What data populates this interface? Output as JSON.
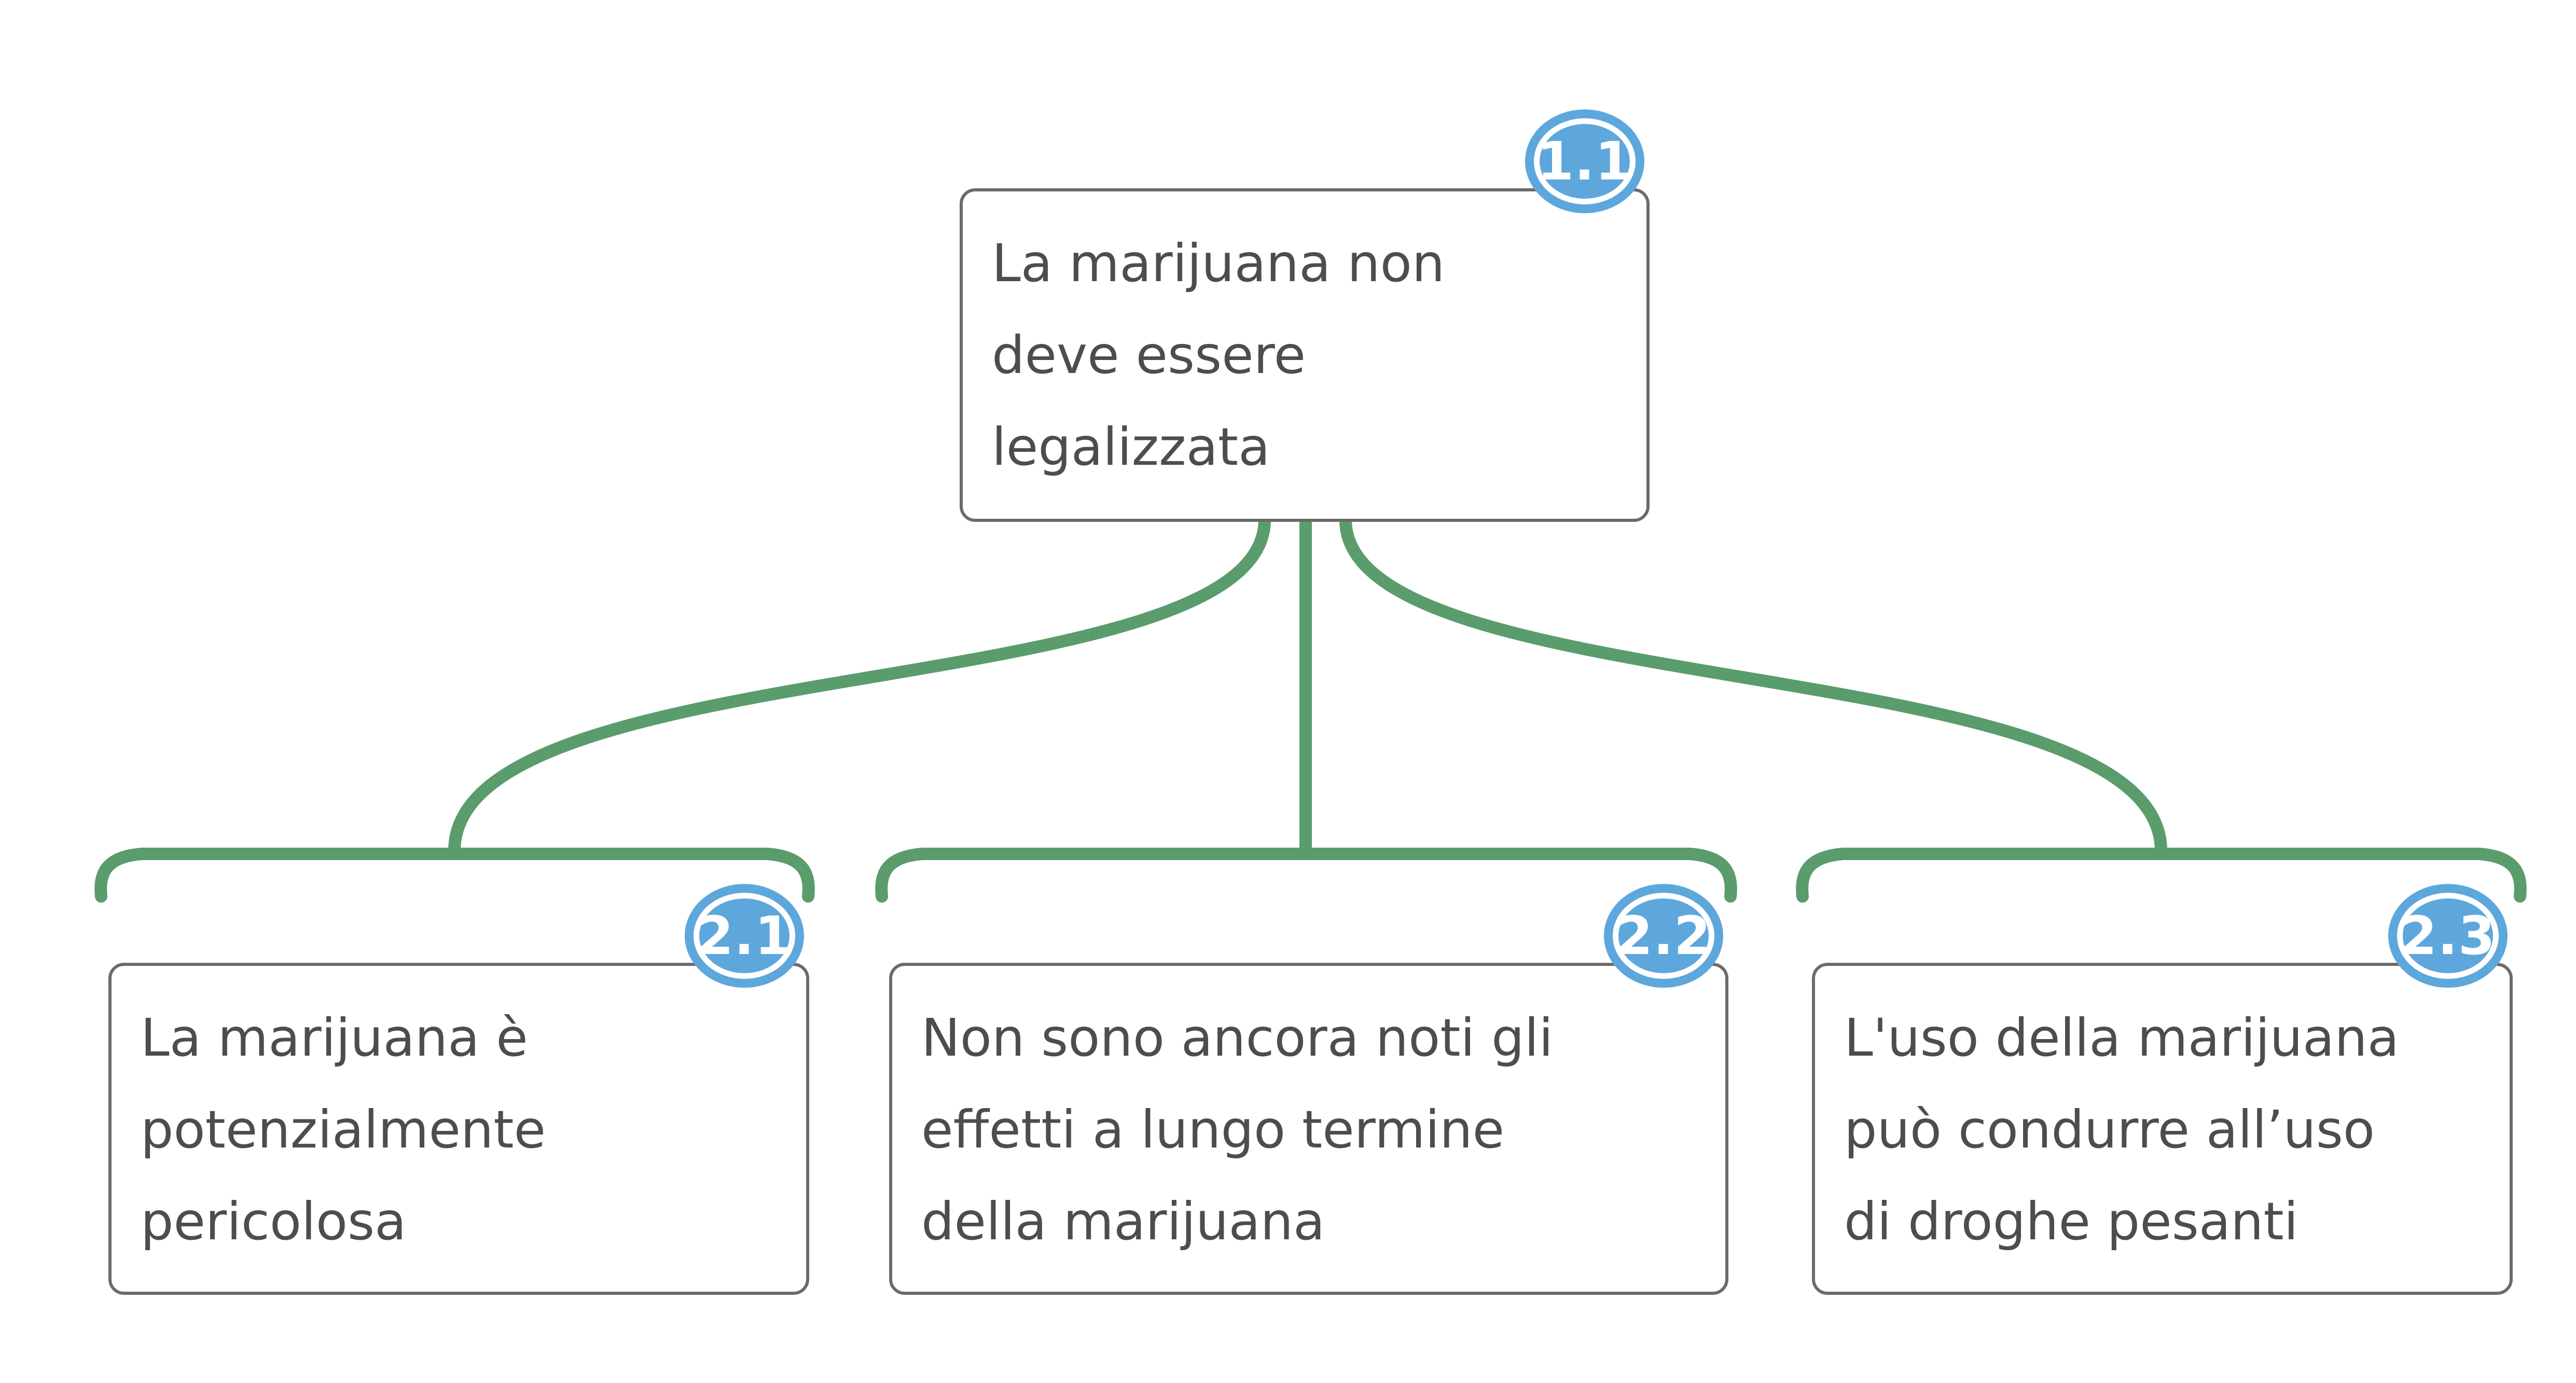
{
  "colors": {
    "edge-green": "#5A9C6B",
    "badge-blue": "#5EA7DC",
    "node-border": "#6B6B6B",
    "node-text": "#4D4D4D",
    "badge-text": "#FFFFFF",
    "canvas-bg": "#FFFFFF"
  },
  "map": {
    "type": "argument-map-tree",
    "root": {
      "id": "1.1",
      "text": "La marijuana non deve essere legalizzata",
      "lines": [
        "La marijuana non",
        "deve essere",
        "legalizzata"
      ]
    },
    "children": [
      {
        "id": "2.1",
        "text": "La marijuana è potenzialmente pericolosa",
        "lines": [
          "La marijuana è",
          "potenzialmente",
          "pericolosa"
        ]
      },
      {
        "id": "2.2",
        "text": "Non sono ancora noti gli effetti a lungo termine della marijuana",
        "lines": [
          "Non sono ancora noti gli",
          "effetti a lungo termine",
          "della marijuana"
        ]
      },
      {
        "id": "2.3",
        "text": "L'uso della marijuana può condurre all’uso di droghe pesanti",
        "lines": [
          "L'uso della marijuana",
          "può condurre all’uso",
          "di droghe pesanti"
        ]
      }
    ],
    "edges": [
      {
        "from": "1.1",
        "to": "2.1"
      },
      {
        "from": "1.1",
        "to": "2.2"
      },
      {
        "from": "1.1",
        "to": "2.3"
      }
    ]
  }
}
